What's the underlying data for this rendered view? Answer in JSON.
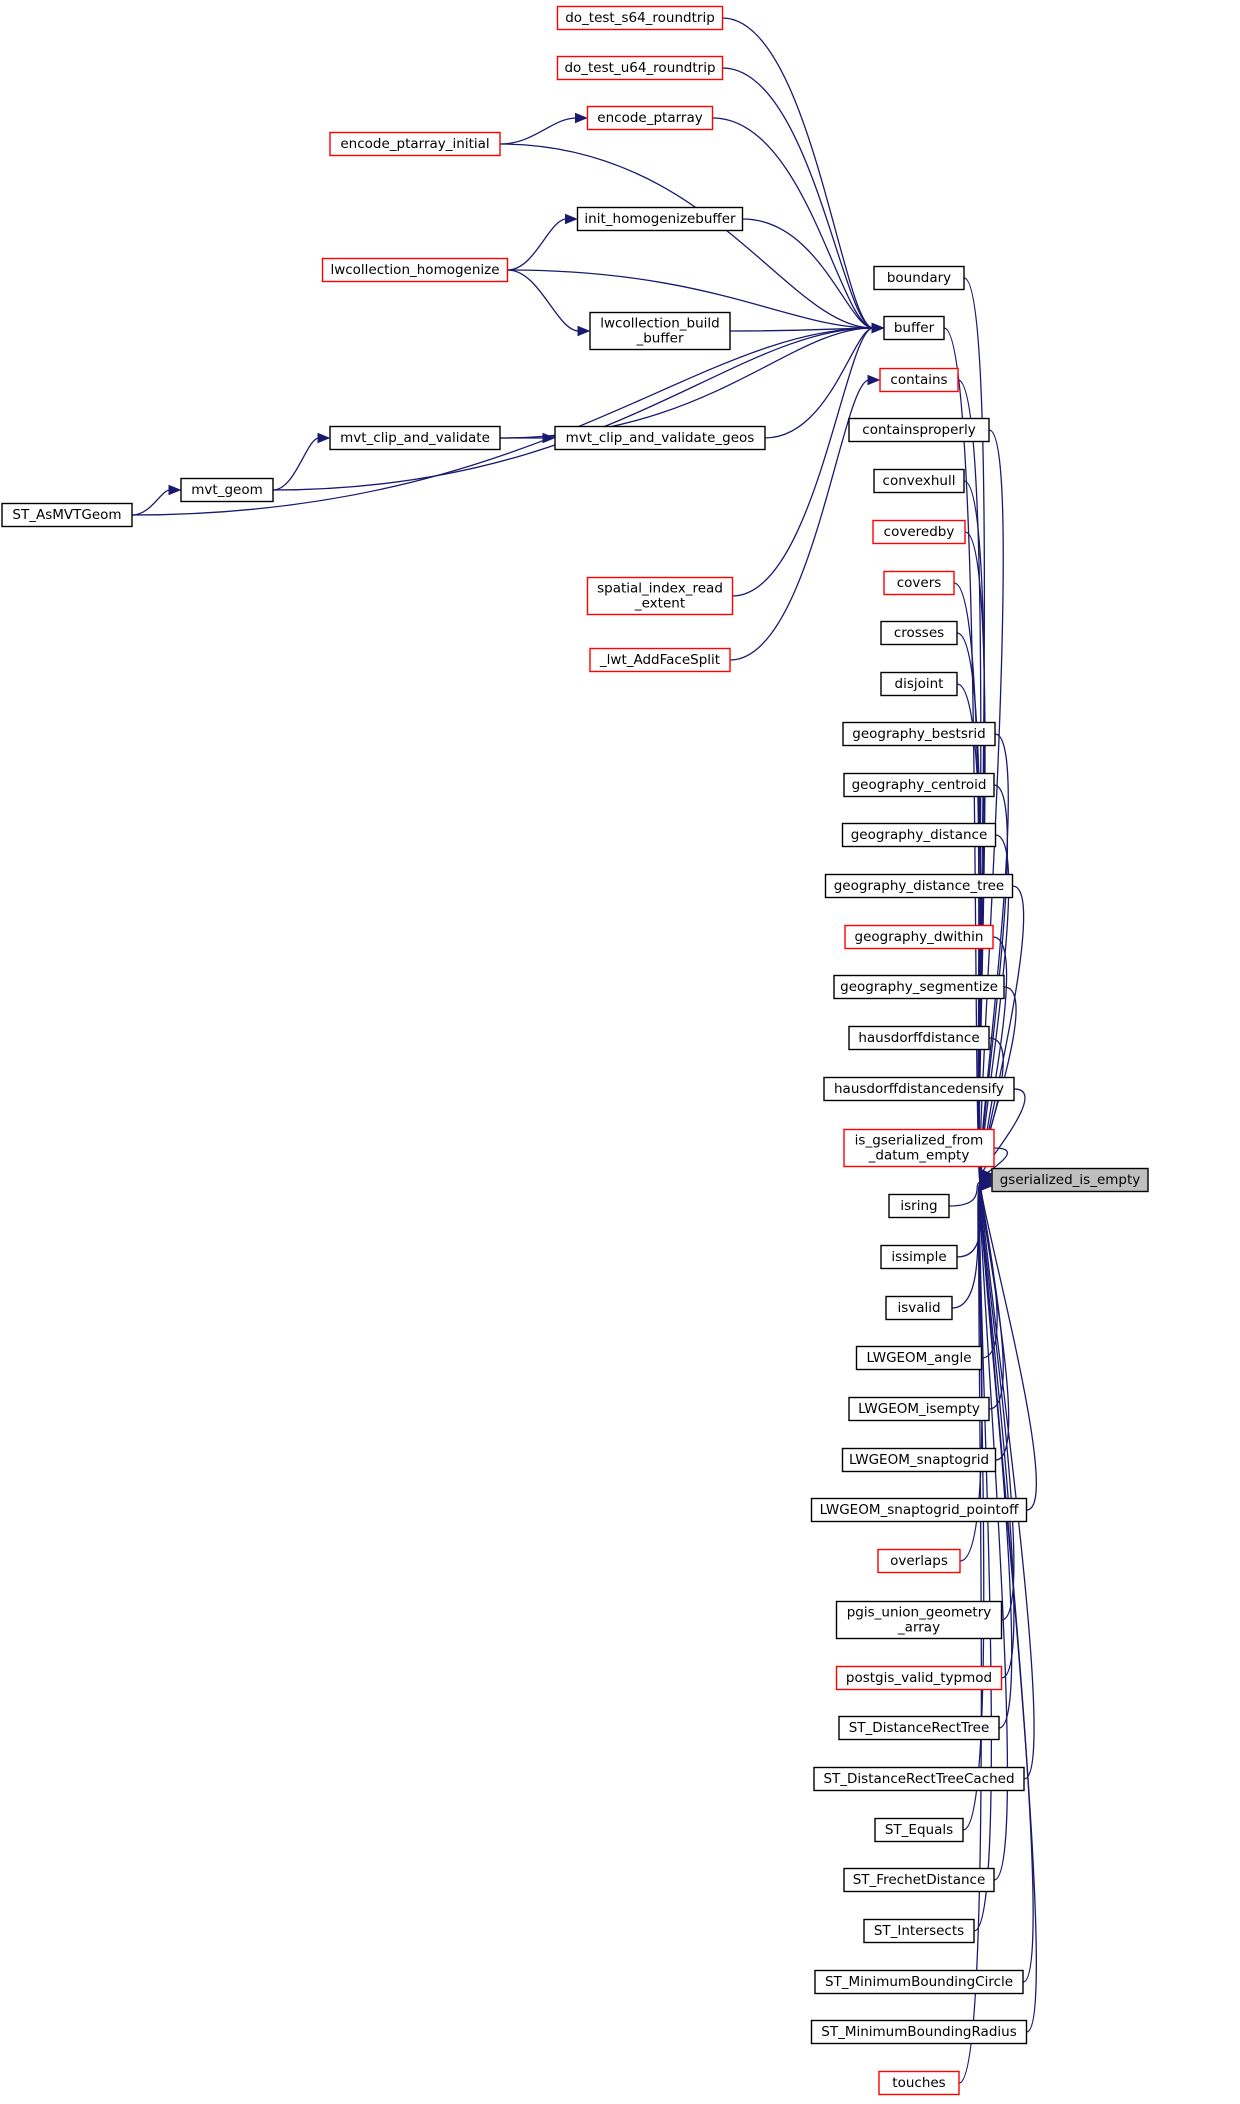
{
  "root": {
    "id": "gse",
    "label": "gserialized_is_empty"
  },
  "nodes": [
    {
      "id": "s64",
      "label": "do_test_s64_roundtrip",
      "color": "red"
    },
    {
      "id": "u64",
      "label": "do_test_u64_roundtrip",
      "color": "red"
    },
    {
      "id": "encpt",
      "label": "encode_ptarray",
      "color": "red"
    },
    {
      "id": "encpti",
      "label": "encode_ptarray_initial",
      "color": "red"
    },
    {
      "id": "inith",
      "label": "init_homogenizebuffer",
      "color": "black"
    },
    {
      "id": "lwch",
      "label": "lwcollection_homogenize",
      "color": "red"
    },
    {
      "id": "lwcb",
      "label": [
        "lwcollection_build",
        "_buffer"
      ],
      "color": "black"
    },
    {
      "id": "buffer",
      "label": "buffer",
      "color": "black"
    },
    {
      "id": "boundary",
      "label": "boundary",
      "color": "black"
    },
    {
      "id": "contains",
      "label": "contains",
      "color": "red"
    },
    {
      "id": "mvtcv",
      "label": "mvt_clip_and_validate",
      "color": "black"
    },
    {
      "id": "mvtcvg",
      "label": "mvt_clip_and_validate_geos",
      "color": "black"
    },
    {
      "id": "mvtgeom",
      "label": "mvt_geom",
      "color": "black"
    },
    {
      "id": "stasmvt",
      "label": "ST_AsMVTGeom",
      "color": "black"
    },
    {
      "id": "sire",
      "label": [
        "spatial_index_read",
        "_extent"
      ],
      "color": "red"
    },
    {
      "id": "lwtafs",
      "label": "_lwt_AddFaceSplit",
      "color": "red"
    },
    {
      "id": "containsproperly",
      "label": "containsproperly",
      "color": "black"
    },
    {
      "id": "convexhull",
      "label": "convexhull",
      "color": "black"
    },
    {
      "id": "coveredby",
      "label": "coveredby",
      "color": "red"
    },
    {
      "id": "covers",
      "label": "covers",
      "color": "red"
    },
    {
      "id": "crosses",
      "label": "crosses",
      "color": "black"
    },
    {
      "id": "disjoint",
      "label": "disjoint",
      "color": "black"
    },
    {
      "id": "gbestsrid",
      "label": "geography_bestsrid",
      "color": "black"
    },
    {
      "id": "gcentroid",
      "label": "geography_centroid",
      "color": "black"
    },
    {
      "id": "gdistance",
      "label": "geography_distance",
      "color": "black"
    },
    {
      "id": "gdisttree",
      "label": "geography_distance_tree",
      "color": "black"
    },
    {
      "id": "gdwithin",
      "label": "geography_dwithin",
      "color": "red"
    },
    {
      "id": "gsegmentize",
      "label": "geography_segmentize",
      "color": "black"
    },
    {
      "id": "hausdorff",
      "label": "hausdorffdistance",
      "color": "black"
    },
    {
      "id": "hausdorffd",
      "label": "hausdorffdistancedensify",
      "color": "black"
    },
    {
      "id": "isgsde",
      "label": [
        "is_gserialized_from",
        "_datum_empty"
      ],
      "color": "red"
    },
    {
      "id": "isring",
      "label": "isring",
      "color": "black"
    },
    {
      "id": "issimple",
      "label": "issimple",
      "color": "black"
    },
    {
      "id": "isvalid",
      "label": "isvalid",
      "color": "black"
    },
    {
      "id": "lwangle",
      "label": "LWGEOM_angle",
      "color": "black"
    },
    {
      "id": "lwisempty",
      "label": "LWGEOM_isempty",
      "color": "black"
    },
    {
      "id": "lwsnap",
      "label": "LWGEOM_snaptogrid",
      "color": "black"
    },
    {
      "id": "lwsnapp",
      "label": "LWGEOM_snaptogrid_pointoff",
      "color": "black"
    },
    {
      "id": "overlaps",
      "label": "overlaps",
      "color": "red"
    },
    {
      "id": "pgisuga",
      "label": [
        "pgis_union_geometry",
        "_array"
      ],
      "color": "black"
    },
    {
      "id": "pgvt",
      "label": "postgis_valid_typmod",
      "color": "red"
    },
    {
      "id": "stdrt",
      "label": "ST_DistanceRectTree",
      "color": "black"
    },
    {
      "id": "stdrtc",
      "label": "ST_DistanceRectTreeCached",
      "color": "black"
    },
    {
      "id": "stequals",
      "label": "ST_Equals",
      "color": "black"
    },
    {
      "id": "stfrechet",
      "label": "ST_FrechetDistance",
      "color": "black"
    },
    {
      "id": "stintersects",
      "label": "ST_Intersects",
      "color": "black"
    },
    {
      "id": "stmbc",
      "label": "ST_MinimumBoundingCircle",
      "color": "black"
    },
    {
      "id": "stmbr",
      "label": "ST_MinimumBoundingRadius",
      "color": "black"
    },
    {
      "id": "touches",
      "label": "touches",
      "color": "red"
    }
  ],
  "edges": [
    [
      "encpti",
      "encpt"
    ],
    [
      "lwch",
      "inith"
    ],
    [
      "lwch",
      "lwcb"
    ],
    [
      "mvtcv",
      "mvtcvg"
    ],
    [
      "mvtgeom",
      "mvtcv"
    ],
    [
      "stasmvt",
      "mvtgeom"
    ],
    [
      "s64",
      "buffer"
    ],
    [
      "u64",
      "buffer"
    ],
    [
      "encpt",
      "buffer"
    ],
    [
      "encpti",
      "buffer"
    ],
    [
      "inith",
      "buffer"
    ],
    [
      "lwch",
      "buffer"
    ],
    [
      "lwcb",
      "buffer"
    ],
    [
      "mvtcv",
      "buffer"
    ],
    [
      "mvtcvg",
      "buffer"
    ],
    [
      "mvtgeom",
      "buffer"
    ],
    [
      "stasmvt",
      "buffer"
    ],
    [
      "sire",
      "buffer"
    ],
    [
      "lwtafs",
      "contains"
    ],
    [
      "boundary",
      "gse"
    ],
    [
      "buffer",
      "gse"
    ],
    [
      "contains",
      "gse"
    ],
    [
      "containsproperly",
      "gse"
    ],
    [
      "convexhull",
      "gse"
    ],
    [
      "coveredby",
      "gse"
    ],
    [
      "covers",
      "gse"
    ],
    [
      "crosses",
      "gse"
    ],
    [
      "disjoint",
      "gse"
    ],
    [
      "gbestsrid",
      "gse"
    ],
    [
      "gcentroid",
      "gse"
    ],
    [
      "gdistance",
      "gse"
    ],
    [
      "gdisttree",
      "gse"
    ],
    [
      "gdwithin",
      "gse"
    ],
    [
      "gsegmentize",
      "gse"
    ],
    [
      "hausdorff",
      "gse"
    ],
    [
      "hausdorffd",
      "gse"
    ],
    [
      "isgsde",
      "gse"
    ],
    [
      "isring",
      "gse"
    ],
    [
      "issimple",
      "gse"
    ],
    [
      "isvalid",
      "gse"
    ],
    [
      "lwangle",
      "gse"
    ],
    [
      "lwisempty",
      "gse"
    ],
    [
      "lwsnap",
      "gse"
    ],
    [
      "lwsnapp",
      "gse"
    ],
    [
      "overlaps",
      "gse"
    ],
    [
      "pgisuga",
      "gse"
    ],
    [
      "pgvt",
      "gse"
    ],
    [
      "stdrt",
      "gse"
    ],
    [
      "stdrtc",
      "gse"
    ],
    [
      "stequals",
      "gse"
    ],
    [
      "stfrechet",
      "gse"
    ],
    [
      "stintersects",
      "gse"
    ],
    [
      "stmbc",
      "gse"
    ],
    [
      "stmbr",
      "gse"
    ],
    [
      "touches",
      "gse"
    ]
  ],
  "colors": {
    "edge": "#191970",
    "red_border": "#ff0000",
    "root_fill": "#bfbfbf"
  }
}
